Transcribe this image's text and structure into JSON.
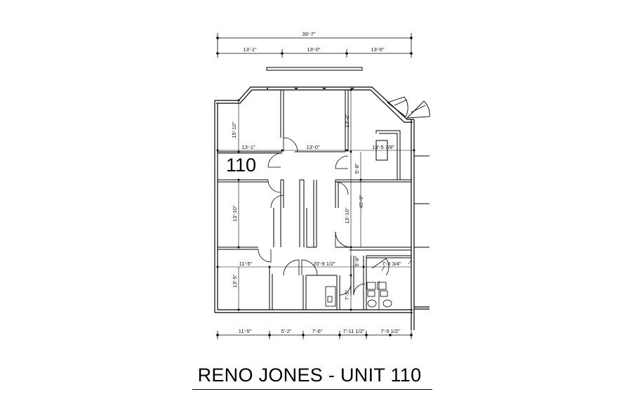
{
  "title": "RENO JONES - UNIT 110",
  "unit_label": "110",
  "dims": {
    "overall_width": "39'-7\"",
    "top_left": "13'-1\"",
    "top_mid": "13'-0\"",
    "top_right": "13'-6\"",
    "room1_depth": "15'-10\"",
    "room2_depth": "13'-2\"",
    "room1_width": "13'-1\"",
    "room2_width": "13'-0\"",
    "room3_width": "13'-5 7/8\"",
    "corridor_a": "5'-8\"",
    "overall_depth": "45'-9\"",
    "room4_depth": "13'-10\"",
    "room5_depth": "13'-10\"",
    "corridor_b": "5'-8\"",
    "room6_width": "11'-5\"",
    "hall_width": "20'-9 1/2\"",
    "room7_width": "7'-3 3/4\"",
    "room6_depth": "13'-5\"",
    "room8_depth": "7'-5\"",
    "bottom_1": "11'-5\"",
    "bottom_2": "5'-2\"",
    "bottom_3": "7'-6\"",
    "bottom_4": "7'-11 1/2\"",
    "bottom_5": "7'-5 1/2\""
  }
}
